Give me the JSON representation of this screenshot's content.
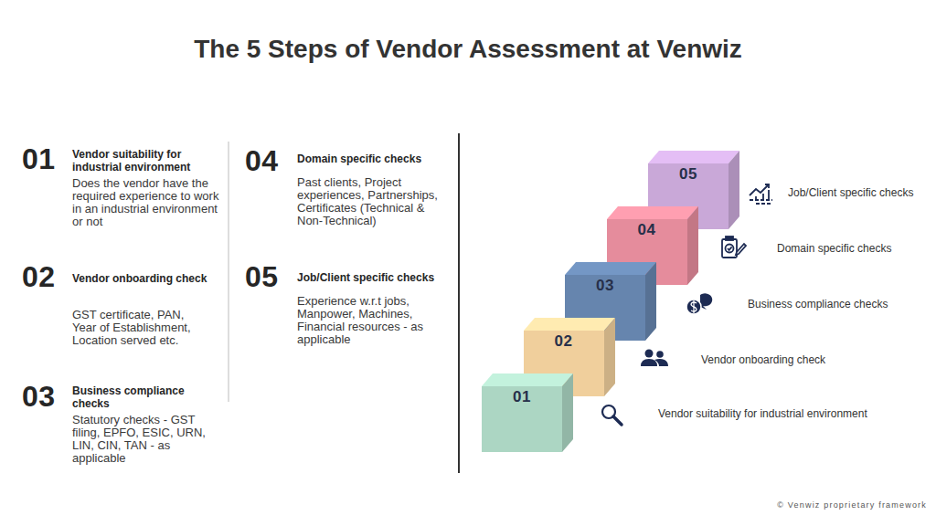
{
  "diagram": {
    "title": "The 5 Steps of Vendor Assessment at Venwiz",
    "nodes": [
      {
        "text": [
          "01"
        ]
      },
      {
        "text": [
          "02"
        ]
      },
      {
        "text": [
          "03"
        ]
      },
      {
        "text": [
          "04"
        ]
      },
      {
        "text": [
          "05"
        ]
      }
    ],
    "labels": [
      "01",
      "Vendor suitability for industrial environment",
      "Does the vendor have the required experience to work in an industrial environment or not",
      "02",
      "Vendor onboarding check",
      "GST certificate, PAN, Year of Establishment, Location served etc.",
      "03",
      "Business compliance checks",
      "Statutory checks - GST filing, EPFO, ESIC, URN, LIN, CIN, TAN - as applicable",
      "04",
      "Domain specific checks",
      "Past clients, Project experiences, Partnerships, Certificates (Technical & Non-Technical)",
      "05",
      "Job/Client specific checks",
      "Experience w.r.t jobs, Manpower, Machines, Financial resources - as applicable",
      "Job/Client specific checks",
      "Domain specific checks",
      "Business compliance checks",
      "Vendor onboarding check",
      "Vendor suitability for industrial environment",
      "© Venwiz proprietary framework"
    ]
  }
}
